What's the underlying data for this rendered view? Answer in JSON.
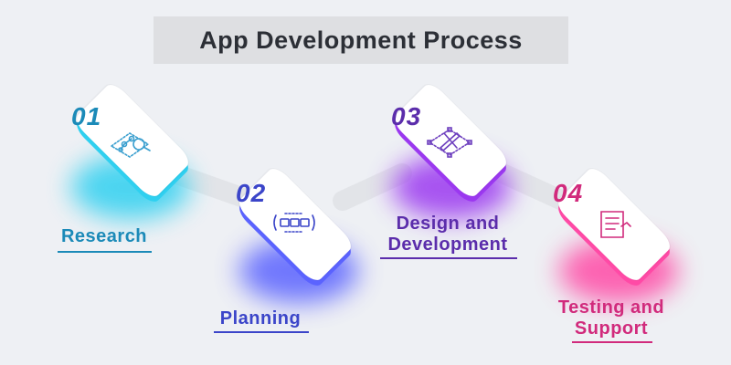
{
  "title": "App Development Process",
  "steps": [
    {
      "number": "01",
      "label": [
        "Research"
      ],
      "color": "#1b8ab8",
      "glow": "#2fd0f0",
      "icon": "research-magnifier-icon"
    },
    {
      "number": "02",
      "label": [
        "Planning"
      ],
      "color": "#3b45c9",
      "glow": "#5b63ff",
      "icon": "planning-flow-icon"
    },
    {
      "number": "03",
      "label": [
        "Design and",
        "Development"
      ],
      "color": "#5b2dab",
      "glow": "#9b38f0",
      "icon": "design-pencil-ruler-icon"
    },
    {
      "number": "04",
      "label": [
        "Testing and",
        "Support"
      ],
      "color": "#d12a7c",
      "glow": "#ff4aa6",
      "icon": "testing-checklist-icon"
    }
  ]
}
